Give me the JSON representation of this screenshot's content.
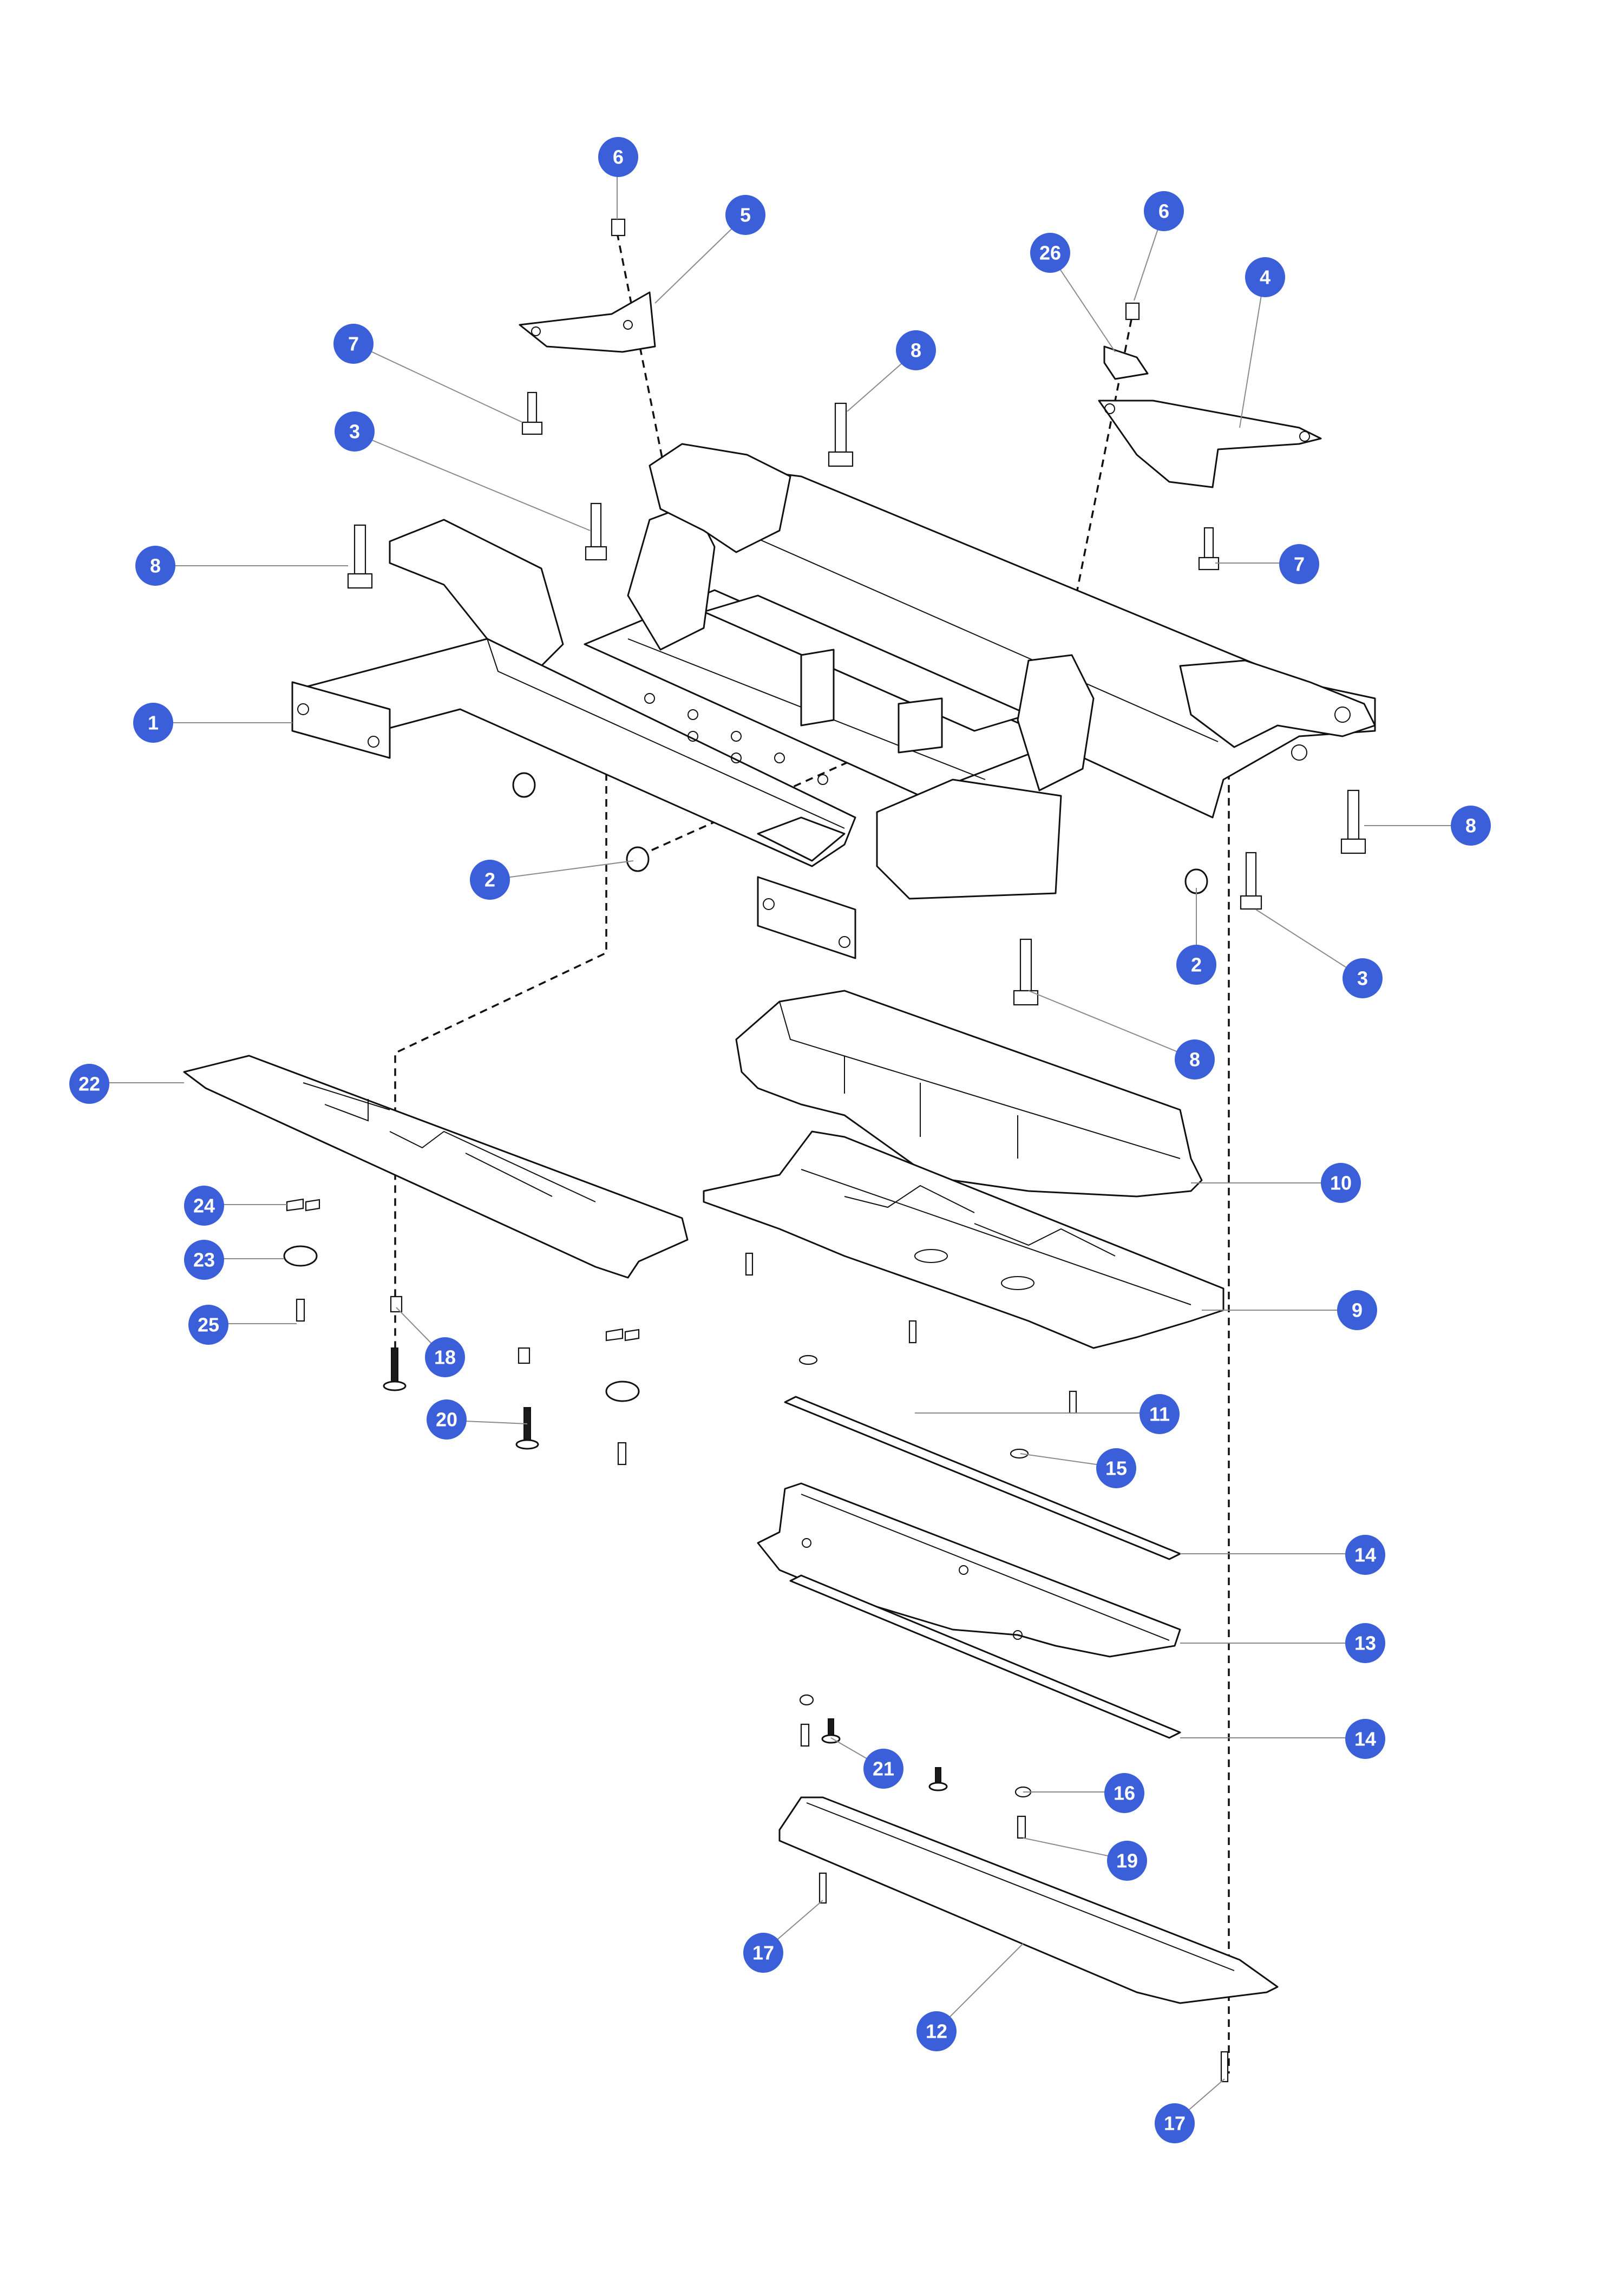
{
  "callout_color": "#3a5fd9",
  "callout_text_color": "#ffffff",
  "callouts": [
    {
      "id": "c1",
      "label": "1"
    },
    {
      "id": "c2a",
      "label": "2"
    },
    {
      "id": "c2b",
      "label": "2"
    },
    {
      "id": "c3a",
      "label": "3"
    },
    {
      "id": "c3b",
      "label": "3"
    },
    {
      "id": "c4",
      "label": "4"
    },
    {
      "id": "c5",
      "label": "5"
    },
    {
      "id": "c6a",
      "label": "6"
    },
    {
      "id": "c6b",
      "label": "6"
    },
    {
      "id": "c7a",
      "label": "7"
    },
    {
      "id": "c7b",
      "label": "7"
    },
    {
      "id": "c8a",
      "label": "8"
    },
    {
      "id": "c8b",
      "label": "8"
    },
    {
      "id": "c8c",
      "label": "8"
    },
    {
      "id": "c8d",
      "label": "8"
    },
    {
      "id": "c9",
      "label": "9"
    },
    {
      "id": "c10",
      "label": "10"
    },
    {
      "id": "c11",
      "label": "11"
    },
    {
      "id": "c12",
      "label": "12"
    },
    {
      "id": "c13",
      "label": "13"
    },
    {
      "id": "c14a",
      "label": "14"
    },
    {
      "id": "c14b",
      "label": "14"
    },
    {
      "id": "c15",
      "label": "15"
    },
    {
      "id": "c16",
      "label": "16"
    },
    {
      "id": "c17a",
      "label": "17"
    },
    {
      "id": "c17b",
      "label": "17"
    },
    {
      "id": "c18",
      "label": "18"
    },
    {
      "id": "c19",
      "label": "19"
    },
    {
      "id": "c20",
      "label": "20"
    },
    {
      "id": "c21",
      "label": "21"
    },
    {
      "id": "c22",
      "label": "22"
    },
    {
      "id": "c23",
      "label": "23"
    },
    {
      "id": "c24",
      "label": "24"
    },
    {
      "id": "c25",
      "label": "25"
    },
    {
      "id": "c26",
      "label": "26"
    }
  ]
}
